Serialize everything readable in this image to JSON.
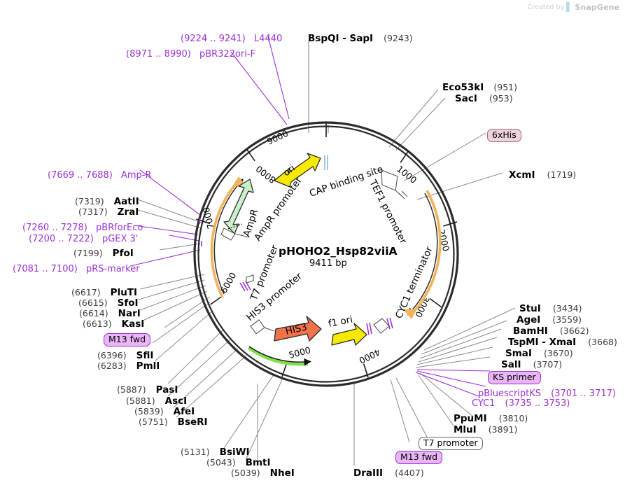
{
  "watermark": {
    "created_by": "Created by",
    "brand": "SnapGene",
    "mark_icon": "snapgene-flag-icon"
  },
  "plasmid": {
    "name": "pHOHO2_Hsp82viiA",
    "size": "9411 bp",
    "length_bp": 9411,
    "tick_labels": [
      "1000",
      "2000",
      "3000",
      "4000",
      "5000",
      "6000",
      "7000",
      "8000",
      "9000"
    ]
  },
  "colors": {
    "backbone": "#2b2b2b",
    "ori_yellow": "#f7ea00",
    "ampr_green": "#c9f0c9",
    "his3_orange": "#f4724a",
    "arrow_green": "#7fe04a",
    "arrow_orange": "#f3b35a",
    "feature_purple": "#9b30d9",
    "badge_purple_bg": "#e8b6f5",
    "badge_pink_bg": "#eed2dd",
    "enzyme_black": "#000000"
  },
  "inner_features": [
    {
      "label": "ori",
      "type": "arrow-yellow"
    },
    {
      "label": "CAP binding site",
      "type": "text"
    },
    {
      "label": "AmpR",
      "type": "text"
    },
    {
      "label": "AmpR promoter",
      "type": "text"
    },
    {
      "label": "TEF1 promoter",
      "type": "text"
    },
    {
      "label": "CYC1 terminator",
      "type": "text"
    },
    {
      "label": "f1 ori",
      "type": "arrow-yellow"
    },
    {
      "label": "HIS3",
      "type": "arrow-orange"
    },
    {
      "label": "HIS3 promoter",
      "type": "text"
    },
    {
      "label": "T7 promoter",
      "type": "text"
    }
  ],
  "labels_top": [
    {
      "name": "L4440",
      "pos": "(9224 .. 9241)",
      "style": "purple"
    },
    {
      "name": "pBR322ori-F",
      "pos": "(8971 .. 8990)",
      "style": "purple"
    },
    {
      "name": "BspQI  -  SapI",
      "pos": "(9243)",
      "style": "enzyme"
    }
  ],
  "labels_right_top": [
    {
      "name": "Eco53kI",
      "pos": "(951)",
      "style": "enzyme"
    },
    {
      "name": "SacI",
      "pos": "(953)",
      "style": "enzyme"
    },
    {
      "name": "6xHis",
      "pos": "",
      "style": "badge-pink"
    },
    {
      "name": "XcmI",
      "pos": "(1719)",
      "style": "enzyme"
    }
  ],
  "labels_left": [
    {
      "name": "Amp-R",
      "pos": "(7669 .. 7688)",
      "style": "purple"
    },
    {
      "name": "AatII",
      "pos": "(7319)",
      "style": "enzyme"
    },
    {
      "name": "ZraI",
      "pos": "(7317)",
      "style": "enzyme"
    },
    {
      "name": "pBRforEco",
      "pos": "(7260 .. 7278)",
      "style": "purple"
    },
    {
      "name": "pGEX 3'",
      "pos": "(7200 .. 7222)",
      "style": "purple"
    },
    {
      "name": "PfoI",
      "pos": "(7199)",
      "style": "enzyme"
    },
    {
      "name": "pRS-marker",
      "pos": "(7081 .. 7100)",
      "style": "purple"
    }
  ],
  "labels_left_lower": [
    {
      "name": "PluTI",
      "pos": "(6617)",
      "style": "enzyme"
    },
    {
      "name": "SfoI",
      "pos": "(6615)",
      "style": "enzyme"
    },
    {
      "name": "NarI",
      "pos": "(6614)",
      "style": "enzyme"
    },
    {
      "name": "KasI",
      "pos": "(6613)",
      "style": "enzyme"
    },
    {
      "name": "M13 fwd",
      "pos": "",
      "style": "badge-purple"
    },
    {
      "name": "SfiI",
      "pos": "(6396)",
      "style": "enzyme"
    },
    {
      "name": "PmlI",
      "pos": "(6283)",
      "style": "enzyme"
    }
  ],
  "labels_bottom_left": [
    {
      "name": "PasI",
      "pos": "(5887)",
      "style": "enzyme"
    },
    {
      "name": "AscI",
      "pos": "(5881)",
      "style": "enzyme"
    },
    {
      "name": "AfeI",
      "pos": "(5839)",
      "style": "enzyme"
    },
    {
      "name": "BseRI",
      "pos": "(5751)",
      "style": "enzyme"
    },
    {
      "name": "BsiWI",
      "pos": "(5131)",
      "style": "enzyme"
    },
    {
      "name": "BmtI",
      "pos": "(5043)",
      "style": "enzyme"
    },
    {
      "name": "NheI",
      "pos": "(5039)",
      "style": "enzyme"
    }
  ],
  "labels_bottom": [
    {
      "name": "DraIII",
      "pos": "(4407)",
      "style": "enzyme"
    },
    {
      "name": "M13 fwd",
      "pos": "",
      "style": "badge-purple"
    },
    {
      "name": "T7 promoter",
      "pos": "",
      "style": "badge-plain"
    }
  ],
  "labels_right_lower": [
    {
      "name": "StuI",
      "pos": "(3434)",
      "style": "enzyme"
    },
    {
      "name": "AgeI",
      "pos": "(3559)",
      "style": "enzyme"
    },
    {
      "name": "BamHI",
      "pos": "(3662)",
      "style": "enzyme"
    },
    {
      "name": "TspMI  -  XmaI",
      "pos": "(3668)",
      "style": "enzyme"
    },
    {
      "name": "SmaI",
      "pos": "(3670)",
      "style": "enzyme"
    },
    {
      "name": "SalI",
      "pos": "(3707)",
      "style": "enzyme"
    },
    {
      "name": "KS primer",
      "pos": "",
      "style": "badge-purple"
    },
    {
      "name": "pBluescriptKS",
      "pos": "(3701 .. 3717)",
      "style": "purple"
    },
    {
      "name": "CYC1",
      "pos": "(3735 .. 3753)",
      "style": "purple"
    },
    {
      "name": "PpuMI",
      "pos": "(3810)",
      "style": "enzyme"
    },
    {
      "name": "MluI",
      "pos": "(3891)",
      "style": "enzyme"
    }
  ]
}
